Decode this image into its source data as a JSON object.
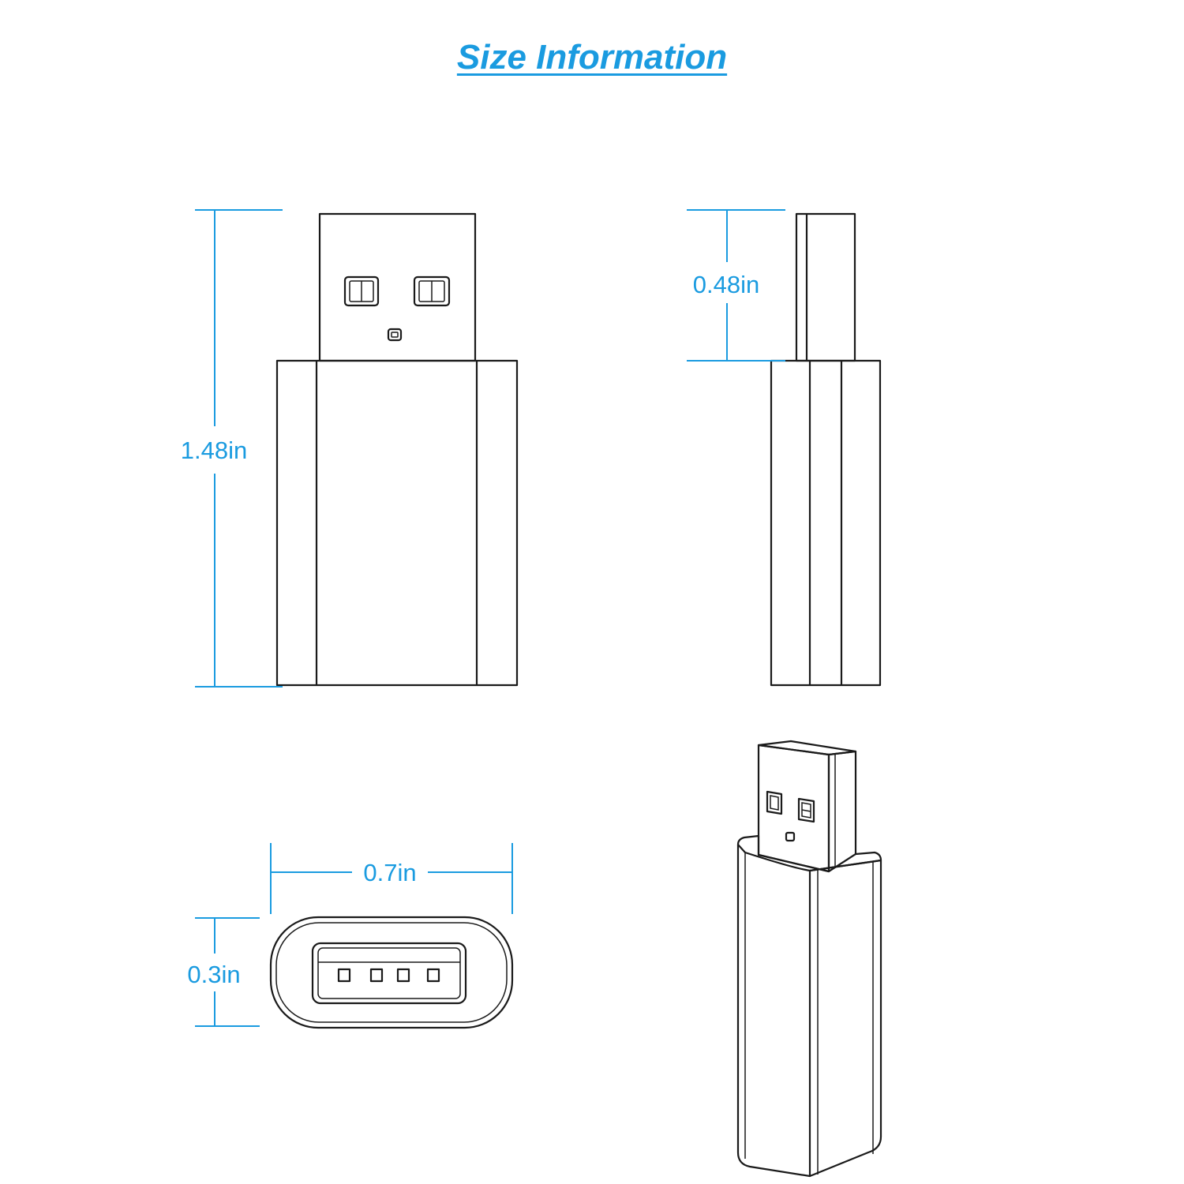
{
  "title": "Size Information",
  "colors": {
    "accent": "#1a9be0",
    "line": "#1a1a1a",
    "background": "#ffffff"
  },
  "dimensions": {
    "length": "1.48in",
    "plug_length": "0.48in",
    "width": "0.7in",
    "thickness": "0.3in"
  }
}
